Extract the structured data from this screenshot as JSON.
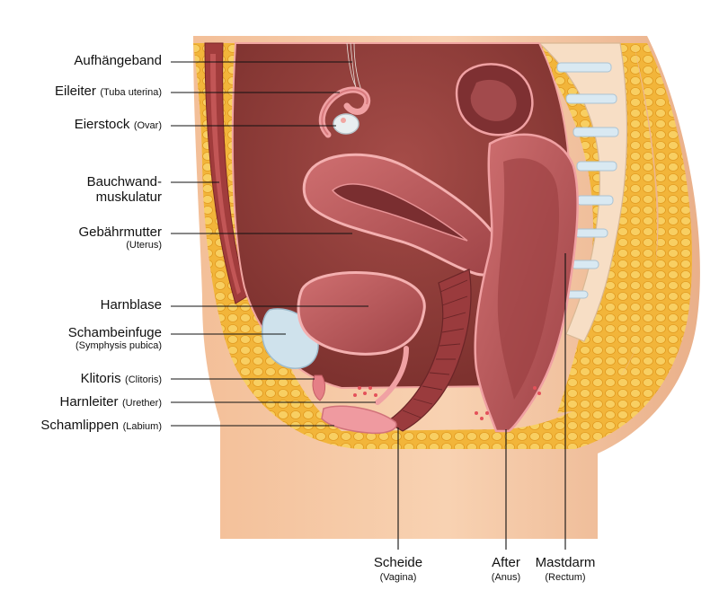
{
  "labels": {
    "aufhaengeband": {
      "main": "Aufhängeband",
      "sub": ""
    },
    "eileiter": {
      "main": "Eileiter",
      "sub": "(Tuba uterina)"
    },
    "eierstock": {
      "main": "Eierstock",
      "sub": "(Ovar)"
    },
    "bauchwand": {
      "line1": "Bauchwand-",
      "line2": "muskulatur"
    },
    "gebaermutter": {
      "main": "Gebährmutter",
      "sub": "(Uterus)"
    },
    "harnblase": {
      "main": "Harnblase",
      "sub": ""
    },
    "schambeinfuge": {
      "main": "Schambeinfuge",
      "sub": "(Symphysis pubica)"
    },
    "klitoris": {
      "main": "Klitoris",
      "sub": "(Clitoris)"
    },
    "harnleiter": {
      "main": "Harnleiter",
      "sub": "(Urether)"
    },
    "schamlippen": {
      "main": "Schamlippen",
      "sub": "(Labium)"
    },
    "scheide": {
      "main": "Scheide",
      "sub": "(Vagina)"
    },
    "after": {
      "main": "After",
      "sub": "(Anus)"
    },
    "mastdarm": {
      "main": "Mastdarm",
      "sub": "(Rectum)"
    }
  },
  "colors": {
    "skin": "#f6c9a6",
    "skin_shadow": "#eab48c",
    "fat": "#f2b53a",
    "fat_light": "#f8cf62",
    "cavity": "#8e3f3b",
    "organ": "#b8595a",
    "organ_light": "#d4787a",
    "organ_edge": "#f0a1a3",
    "bone": "#d9e7ef",
    "spine": "#f5dcc0",
    "muscle": "#9c3a3a",
    "line": "#111111"
  }
}
